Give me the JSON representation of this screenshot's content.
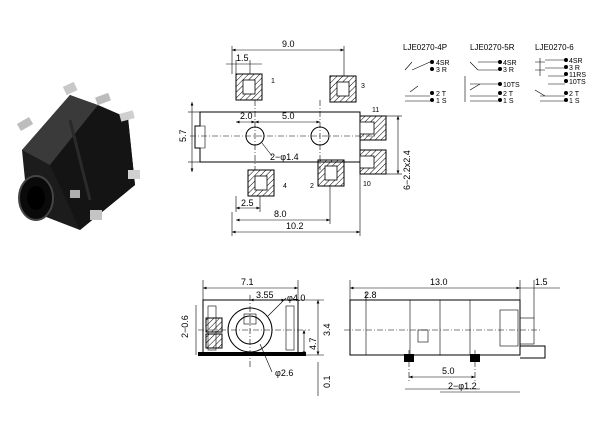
{
  "top_view": {
    "dim_total_pad_span": "9.0",
    "dim_pad_width": "1.5",
    "dim_height": "5.7",
    "dim_post_offset": "2.0",
    "dim_post_spacing": "5.0",
    "dim_post_holes": "2−φ1.4",
    "dim_bottom_offset": "2.5",
    "dim_bottom_span": "8.0",
    "dim_total_length": "10.2",
    "dim_side_pads": "6−2.2x2.4",
    "pin_labels": [
      "1",
      "2",
      "3",
      "4",
      "10",
      "11"
    ]
  },
  "wiring": {
    "models": [
      {
        "name": "LJE0270-4P",
        "pins": [
          "4SR",
          "3 R",
          "2 T",
          "1 S"
        ]
      },
      {
        "name": "LJE0270-5R",
        "pins": [
          "4SR",
          "3 R",
          "10TS",
          "2 T",
          "1 S"
        ]
      },
      {
        "name": "LJE0270-6",
        "pins": [
          "4SR",
          "3 R",
          "11RS",
          "10TS",
          "2 T",
          "1 S"
        ]
      }
    ]
  },
  "front_view": {
    "dim_width": "7.1",
    "dim_center": "3.55",
    "dim_outer_dia": "φ4.0",
    "dim_inner_dia": "φ2.6",
    "dim_left_height": "2−0.6",
    "dim_height_47": "4.7",
    "dim_height_34": "3.4",
    "dim_bottom": "0.1"
  },
  "side_view": {
    "dim_length": "13.0",
    "dim_nose": "1.5",
    "dim_front_offset": "2.8",
    "dim_post_spacing": "5.0",
    "dim_post_holes": "2−φ1.2"
  }
}
